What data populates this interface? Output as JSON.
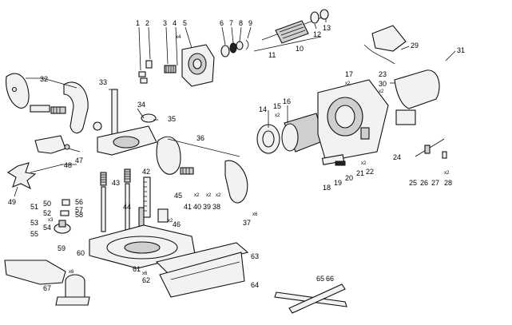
{
  "diagram": {
    "callouts": [
      {
        "n": "1"
      },
      {
        "n": "2"
      },
      {
        "n": "3"
      },
      {
        "n": "4"
      },
      {
        "n": "5"
      },
      {
        "n": "6"
      },
      {
        "n": "7"
      },
      {
        "n": "8"
      },
      {
        "n": "9"
      },
      {
        "n": "10"
      },
      {
        "n": "11"
      },
      {
        "n": "12"
      },
      {
        "n": "13"
      },
      {
        "n": "14"
      },
      {
        "n": "15"
      },
      {
        "n": "16"
      },
      {
        "n": "17"
      },
      {
        "n": "18"
      },
      {
        "n": "19"
      },
      {
        "n": "20"
      },
      {
        "n": "21"
      },
      {
        "n": "22"
      },
      {
        "n": "23"
      },
      {
        "n": "24"
      },
      {
        "n": "25"
      },
      {
        "n": "26"
      },
      {
        "n": "27"
      },
      {
        "n": "28"
      },
      {
        "n": "29"
      },
      {
        "n": "30"
      },
      {
        "n": "31"
      },
      {
        "n": "32"
      },
      {
        "n": "33"
      },
      {
        "n": "34"
      },
      {
        "n": "35"
      },
      {
        "n": "36"
      },
      {
        "n": "37"
      },
      {
        "n": "38"
      },
      {
        "n": "39"
      },
      {
        "n": "40"
      },
      {
        "n": "41"
      },
      {
        "n": "42"
      },
      {
        "n": "43"
      },
      {
        "n": "44"
      },
      {
        "n": "45"
      },
      {
        "n": "46"
      },
      {
        "n": "47"
      },
      {
        "n": "48"
      },
      {
        "n": "49"
      },
      {
        "n": "50"
      },
      {
        "n": "51"
      },
      {
        "n": "52"
      },
      {
        "n": "53"
      },
      {
        "n": "54"
      },
      {
        "n": "55"
      },
      {
        "n": "56"
      },
      {
        "n": "57"
      },
      {
        "n": "58"
      },
      {
        "n": "59"
      },
      {
        "n": "60"
      },
      {
        "n": "61"
      },
      {
        "n": "62"
      },
      {
        "n": "63"
      },
      {
        "n": "64"
      },
      {
        "n": "65"
      },
      {
        "n": "66"
      },
      {
        "n": "67"
      }
    ],
    "quantity_marks": [
      "x4",
      "x2",
      "x2",
      "x2",
      "x2",
      "x2",
      "x2",
      "x2",
      "x2",
      "x6",
      "x6",
      "x2",
      "x3",
      "x6"
    ]
  }
}
